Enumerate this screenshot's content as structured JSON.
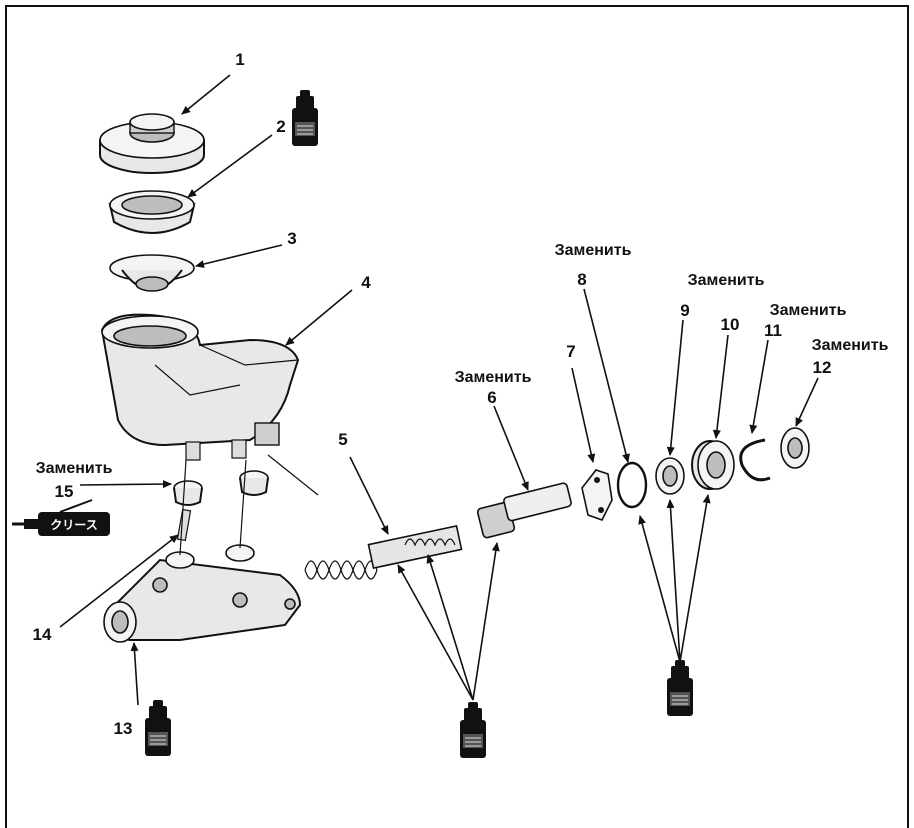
{
  "callouts": {
    "c1": "1",
    "c2": "2",
    "c3": "3",
    "c4": "4",
    "c5": "5",
    "c6": "6",
    "c7": "7",
    "c8": "8",
    "c9": "9",
    "c10": "10",
    "c11": "11",
    "c12": "12",
    "c13": "13",
    "c14": "14",
    "c15": "15"
  },
  "replace_labels": {
    "r15": "Заменить",
    "r6": "Заменить",
    "r8": "Заменить",
    "r9": "Заменить",
    "r11": "Заменить",
    "r12": "Заменить"
  },
  "grease_label": "クリース",
  "icons": [
    "brake-fluid-bottle-icon",
    "grease-tube-icon"
  ],
  "colors": {
    "line": "#111111",
    "background": "#ffffff",
    "part_fill": "#e8e8e8"
  }
}
